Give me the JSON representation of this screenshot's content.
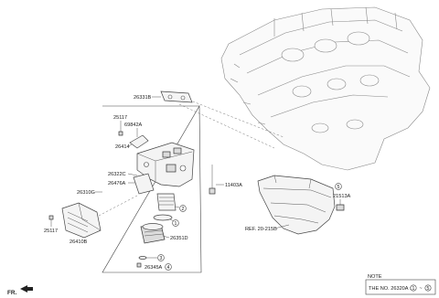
{
  "labels": {
    "p26331B": "26331B",
    "p25117a": "25117",
    "p69842A": "69842A",
    "p26414": "26414",
    "p26322C": "26322C",
    "p26476A": "26476A",
    "p26310G": "26310G",
    "p11403A": "11403A",
    "p21513A": "21513A",
    "p26351D": "26351D",
    "p26345A": "26345A",
    "p25117b": "25117",
    "p26410B": "26410B",
    "ref": "REF. 20-215B"
  },
  "callouts": {
    "c1": "1",
    "c2": "2",
    "c3": "3",
    "c4": "4",
    "c5": "5"
  },
  "note": {
    "title": "NOTE",
    "text": "THE NO. 26320A :",
    "range_start": "1",
    "range_sep": "~",
    "range_end": "5"
  },
  "fr_label": "FR."
}
